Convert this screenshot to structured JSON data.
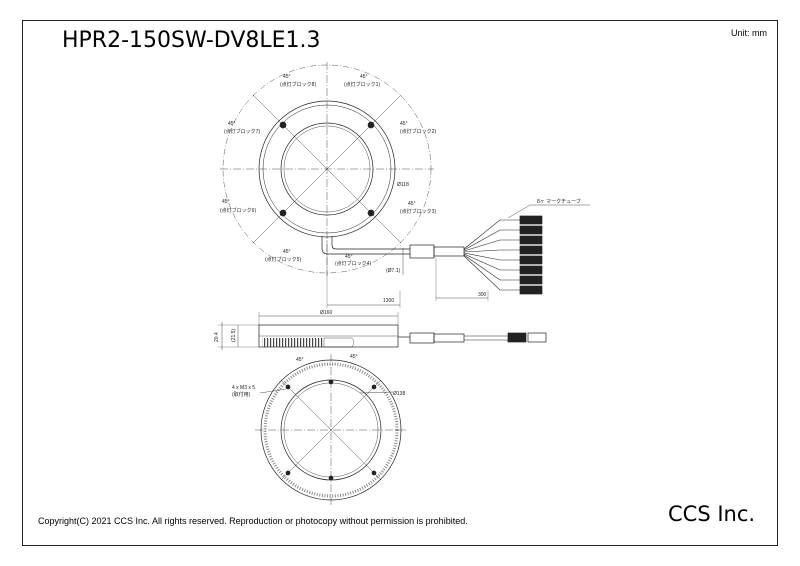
{
  "drawing": {
    "model_number": "HPR2-150SW-DV8LE1.3",
    "unit": "Unit: mm",
    "copyright": "Copyright(C) 2021 CCS Inc. All rights reserved. Reproduction or photocopy without permission is prohibited.",
    "company": "CCS Inc."
  },
  "top_view": {
    "angle_label": "45°",
    "block_labels": [
      "(点灯ブロック1)",
      "(点灯ブロック2)",
      "(点灯ブロック3)",
      "(点灯ブロック4)",
      "(点灯ブロック5)",
      "(点灯ブロック6)",
      "(点灯ブロック7)",
      "(点灯ブロック8)"
    ],
    "inner_diameter": "Ø118",
    "cable_length": "1300",
    "wire_length": "300",
    "lead_dim": "(Ø7.1)",
    "mark_tube": "8ヶ マークチューブ"
  },
  "side_view": {
    "outer_diameter": "Ø160",
    "height": "20.4",
    "height2": "(21.5)"
  },
  "bottom_view": {
    "angle_label": "45°",
    "holes_note": "4 x M3 x 5",
    "holes_note2": "(取付用)",
    "pcd": "Ø138"
  }
}
